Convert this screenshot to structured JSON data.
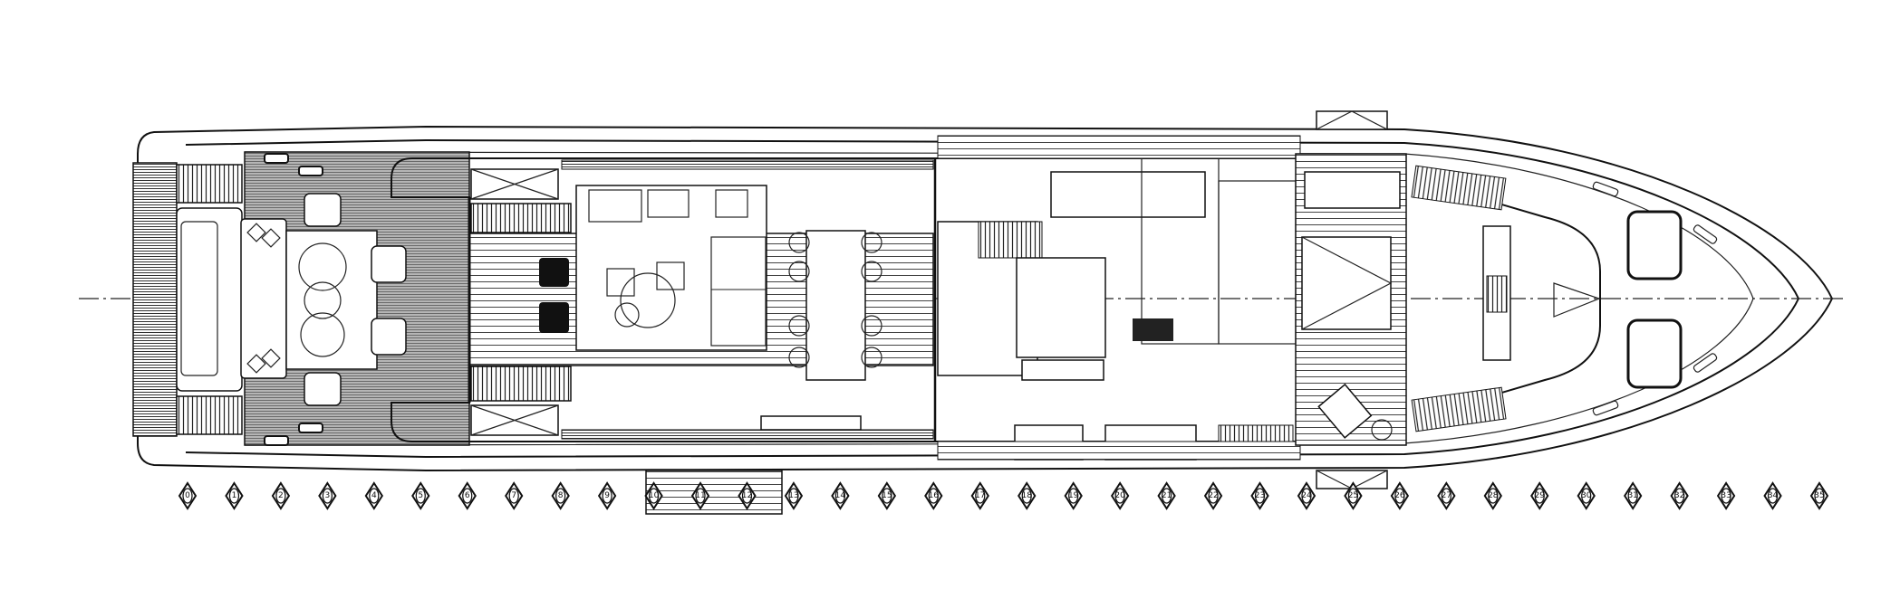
{
  "drawing": {
    "type": "yacht main deck general arrangement plan",
    "colors": {
      "line": "#111111",
      "deck_shade": "#8a8a8a",
      "background": "#ffffff"
    }
  },
  "frames": [
    "0",
    "1",
    "2",
    "3",
    "4",
    "5",
    "6",
    "7",
    "8",
    "9",
    "10",
    "11",
    "12",
    "13",
    "14",
    "15",
    "16",
    "17",
    "18",
    "19",
    "20",
    "21",
    "22",
    "23",
    "24",
    "25",
    "26",
    "27",
    "28",
    "29",
    "30",
    "31",
    "32",
    "33",
    "34",
    "35"
  ]
}
